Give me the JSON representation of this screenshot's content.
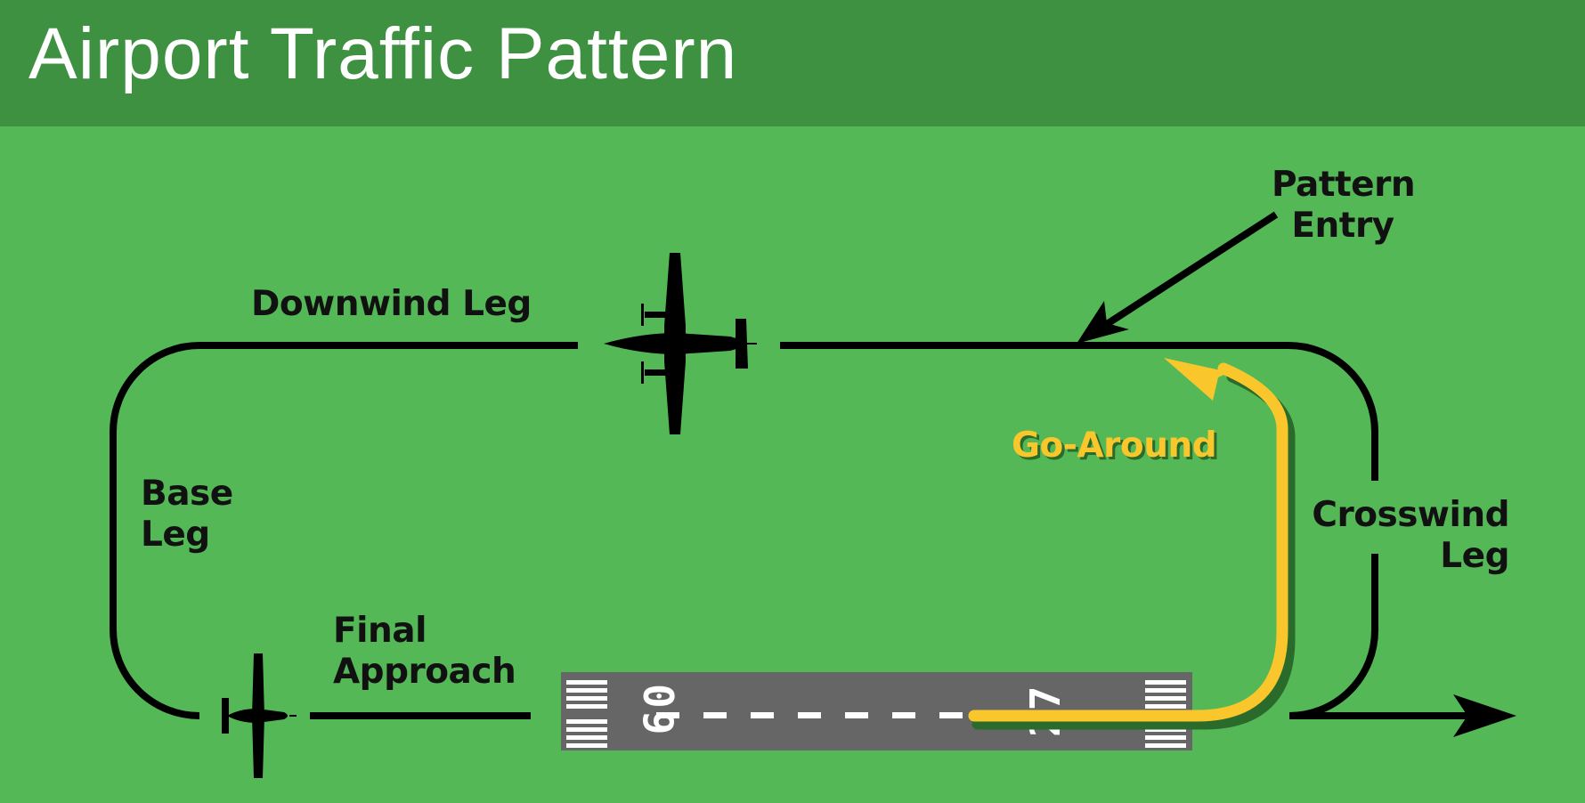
{
  "title": "Airport Traffic Pattern",
  "labels": {
    "pattern_entry": [
      "Pattern",
      "Entry"
    ],
    "downwind": "Downwind Leg",
    "base": [
      "Base",
      "Leg"
    ],
    "final": [
      "Final",
      "Approach"
    ],
    "crosswind": [
      "Crosswind",
      "Leg"
    ],
    "go_around": "Go-Around"
  },
  "runway": {
    "left_number": "09",
    "right_number": "27"
  },
  "colors": {
    "header": "#3e9140",
    "background": "#55b857",
    "runway": "#666666",
    "go_around": "#f9c62b",
    "pattern": "#000000"
  }
}
